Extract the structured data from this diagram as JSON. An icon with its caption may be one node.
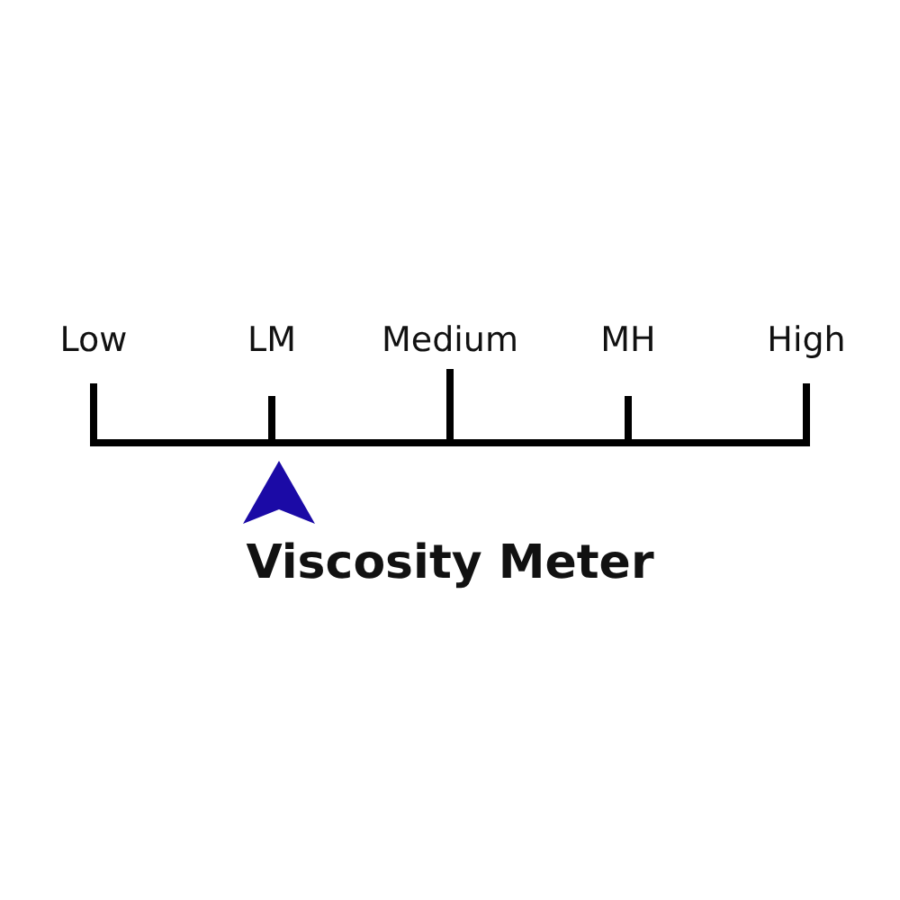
{
  "diagram": {
    "title": "Viscosity Meter",
    "labels": [
      "Low",
      "LM",
      "Medium",
      "MH",
      "High"
    ]
  }
}
